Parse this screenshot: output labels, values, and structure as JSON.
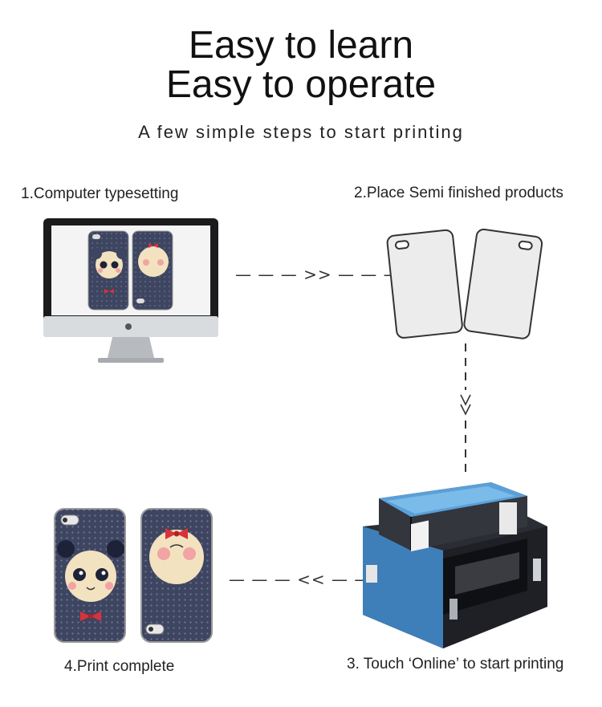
{
  "heading": {
    "line1": "Easy to learn",
    "line2": "Easy to operate",
    "subtitle": "A few simple steps to start printing"
  },
  "steps": [
    {
      "label": "1.Computer typesetting"
    },
    {
      "label": "2.Place Semi finished products"
    },
    {
      "label": "3. Touch ‘Online’ to start printing"
    },
    {
      "label": "4.Print complete"
    }
  ],
  "arrows": {
    "right": "— — —  >>  — — —",
    "left": "— — —  <<  — — —"
  },
  "colors": {
    "case_navy": "#3d4560",
    "panda_face": "#f3e2bf",
    "bow_red": "#d8323a",
    "printer_blue": "#3f7fb9",
    "printer_body": "#2a2d33"
  }
}
